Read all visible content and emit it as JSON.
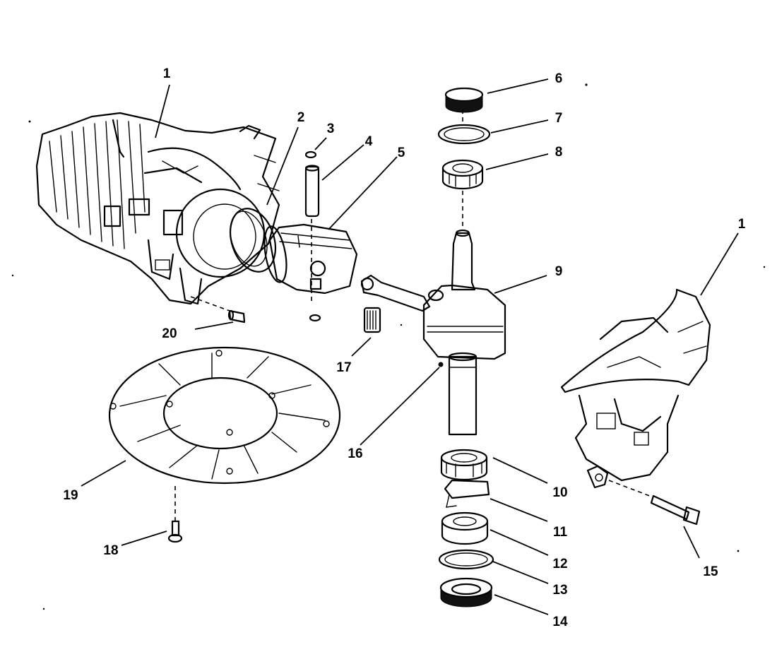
{
  "callouts": {
    "c1a": "1",
    "c1b": "1",
    "c2": "2",
    "c3": "3",
    "c4": "4",
    "c5": "5",
    "c6": "6",
    "c7": "7",
    "c8": "8",
    "c9": "9",
    "c10": "10",
    "c11": "11",
    "c12": "12",
    "c13": "13",
    "c14": "14",
    "c15": "15",
    "c16": "16",
    "c17": "17",
    "c18": "18",
    "c19": "19",
    "c20": "20"
  }
}
